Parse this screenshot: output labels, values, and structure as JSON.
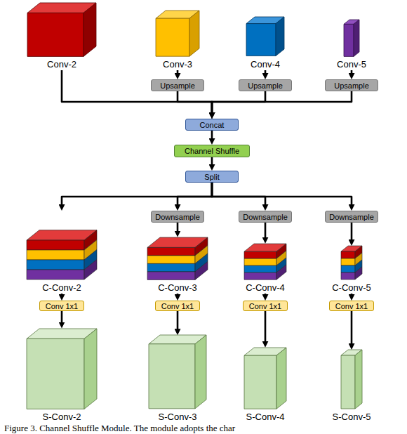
{
  "diagram": {
    "caption": "Figure 3. Channel Shuffle Module. The module adopts the char",
    "nodes": [
      {
        "text": [
          "Conv-2"
        ]
      },
      {
        "text": [
          "Conv-3"
        ]
      },
      {
        "text": [
          "Conv-4"
        ]
      },
      {
        "text": [
          "Conv-5"
        ]
      },
      {
        "text": [
          "Upsample"
        ]
      },
      {
        "text": [
          "Upsample"
        ]
      },
      {
        "text": [
          "Upsample"
        ]
      },
      {
        "text": [
          "Concat"
        ]
      },
      {
        "text": [
          "Channel Shuffle"
        ]
      },
      {
        "text": [
          "Split"
        ]
      },
      {
        "text": [
          "Downsample"
        ]
      },
      {
        "text": [
          "Downsample"
        ]
      },
      {
        "text": [
          "Downsample"
        ]
      },
      {
        "text": [
          "C-Conv-2"
        ]
      },
      {
        "text": [
          "C-Conv-3"
        ]
      },
      {
        "text": [
          "C-Conv-4"
        ]
      },
      {
        "text": [
          "C-Conv-5"
        ]
      },
      {
        "text": [
          "Conv 1x1"
        ]
      },
      {
        "text": [
          "Conv 1x1"
        ]
      },
      {
        "text": [
          "Conv 1x1"
        ]
      },
      {
        "text": [
          "Conv 1x1"
        ]
      },
      {
        "text": [
          "S-Conv-2"
        ]
      },
      {
        "text": [
          "S-Conv-3"
        ]
      },
      {
        "text": [
          "S-Conv-4"
        ]
      },
      {
        "text": [
          "S-Conv-5"
        ]
      }
    ],
    "edges": [
      {
        "from": 1,
        "to": 4,
        "arrow": "to"
      },
      {
        "from": 2,
        "to": 5,
        "arrow": "to"
      },
      {
        "from": 3,
        "to": 6,
        "arrow": "to"
      },
      {
        "from": 0,
        "to": 7,
        "arrow": "to"
      },
      {
        "from": 4,
        "to": 7,
        "arrow": "to"
      },
      {
        "from": 5,
        "to": 7,
        "arrow": "to"
      },
      {
        "from": 6,
        "to": 7,
        "arrow": "to"
      },
      {
        "from": 7,
        "to": 8,
        "arrow": "to"
      },
      {
        "from": 8,
        "to": 9,
        "arrow": "to"
      },
      {
        "from": 9,
        "to": 13,
        "arrow": "to"
      },
      {
        "from": 9,
        "to": 10,
        "arrow": "to"
      },
      {
        "from": 9,
        "to": 11,
        "arrow": "to"
      },
      {
        "from": 9,
        "to": 12,
        "arrow": "to"
      },
      {
        "from": 10,
        "to": 14,
        "arrow": "to"
      },
      {
        "from": 11,
        "to": 15,
        "arrow": "to"
      },
      {
        "from": 12,
        "to": 16,
        "arrow": "to"
      },
      {
        "from": 13,
        "to": 17,
        "arrow": "to"
      },
      {
        "from": 14,
        "to": 18,
        "arrow": "to"
      },
      {
        "from": 15,
        "to": 19,
        "arrow": "to"
      },
      {
        "from": 16,
        "to": 20,
        "arrow": "to"
      },
      {
        "from": 17,
        "to": 21,
        "arrow": "to"
      },
      {
        "from": 18,
        "to": 22,
        "arrow": "to"
      },
      {
        "from": 19,
        "to": 23,
        "arrow": "to"
      },
      {
        "from": 20,
        "to": 24,
        "arrow": "to"
      }
    ]
  }
}
